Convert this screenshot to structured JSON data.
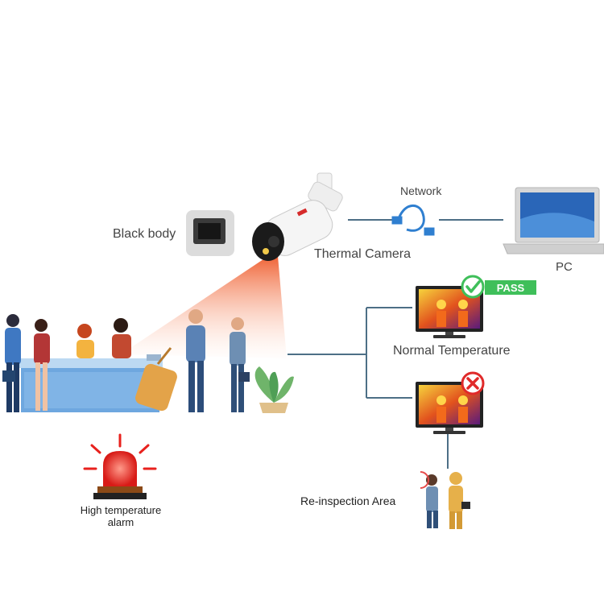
{
  "labels": {
    "black_body": "Black body",
    "thermal_camera": "Thermal Camera",
    "network": "Network",
    "pc": "PC",
    "normal_temperature": "Normal Temperature",
    "pass_badge": "PASS",
    "high_temp_alarm": "High temperature alarm",
    "reinspection_area": "Re-inspection Area"
  },
  "colors": {
    "line": "#4d6f86",
    "pass_green": "#3fbf5a",
    "fail_red": "#e02a2a",
    "beam": "#f0683a",
    "alarm_red": "#e8211d",
    "desk_blue": "#6ea7df"
  },
  "icons": [
    "black-body-device-icon",
    "thermal-camera-icon",
    "network-cable-icon",
    "laptop-icon",
    "monitor-icon",
    "check-icon",
    "cross-icon",
    "alarm-light-icon",
    "plant-icon",
    "suitcase-icon"
  ]
}
